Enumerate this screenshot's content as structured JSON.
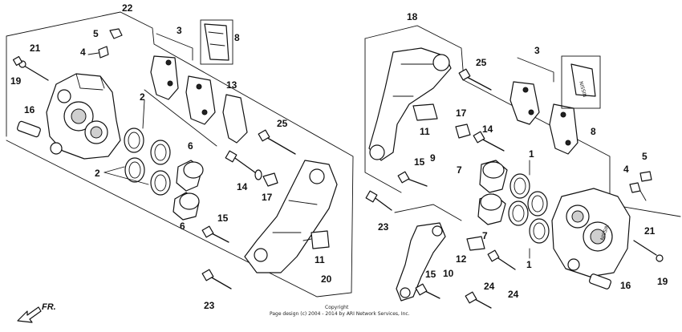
{
  "callouts": {
    "c22": "22",
    "c5l": "5",
    "c4l": "4",
    "c21l": "21",
    "c19l": "19",
    "c16l": "16",
    "c3l": "3",
    "c8l": "8",
    "c13": "13",
    "c2a": "2",
    "c2b": "2",
    "c6a": "6",
    "c6b": "6",
    "c25l": "25",
    "c14l": "14",
    "c17l": "17",
    "c15l": "15",
    "c11l": "11",
    "c20": "20",
    "c23l": "23",
    "c18": "18",
    "c11r": "11",
    "c9": "9",
    "c25r": "25",
    "c3r": "3",
    "c8r": "8",
    "c17r": "17",
    "c14r": "14",
    "c15r": "15",
    "c7a": "7",
    "c7b": "7",
    "c1a": "1",
    "c1b": "1",
    "c5r": "5",
    "c4r": "4",
    "c21r": "21",
    "c19r": "19",
    "c16r": "16",
    "c12": "12",
    "c10": "10",
    "c23r": "23",
    "c15b": "15",
    "c24a": "24",
    "c24b": "24"
  },
  "direction_label": "FR.",
  "caliper_brand": "NISSIN",
  "copyright": {
    "line1": "Copyright",
    "line2": "Page design (c) 2004 - 2014 by ARI Network Services, Inc."
  }
}
